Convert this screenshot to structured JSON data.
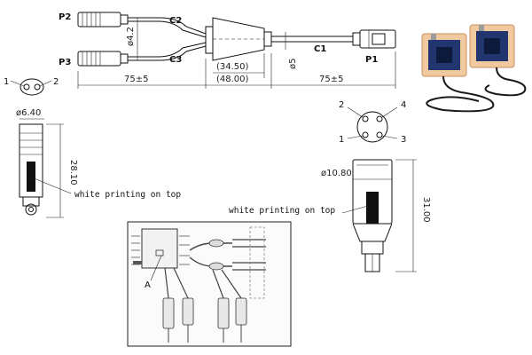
{
  "cable": {
    "plug_labels": [
      "P2",
      "P3",
      "P1"
    ],
    "wire_labels": [
      "C2",
      "C3",
      "C1"
    ],
    "dims": {
      "dia_branch": "ø4.2",
      "dia_main": "ø5",
      "len_left": "75±5",
      "len_mid_inner": "(34.50)",
      "len_mid_outer": "(48.00)",
      "len_right": "75±5"
    }
  },
  "left_connector": {
    "pins": [
      "1",
      "2"
    ],
    "diameter": "ø6.40",
    "length": "28.10",
    "note": "white printing on top"
  },
  "right_connector": {
    "pins": [
      "2",
      "4",
      "1",
      "3"
    ],
    "diameter": "ø10.80",
    "length": "31.00",
    "note": "white printing on top"
  },
  "inset": {
    "label": "A"
  }
}
